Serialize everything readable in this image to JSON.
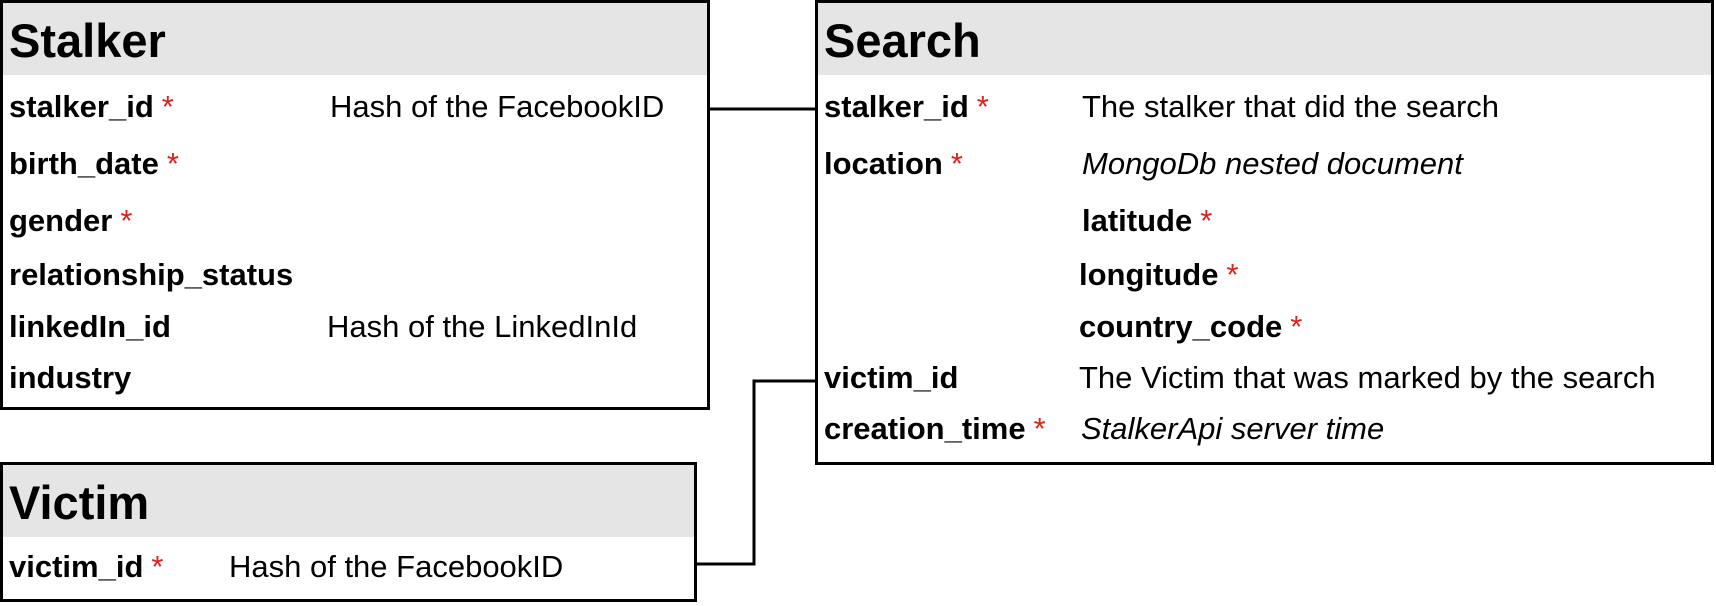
{
  "entities": {
    "stalker": {
      "title": "Stalker",
      "fields": [
        {
          "name": "stalker_id",
          "required": "*",
          "description": "Hash of the FacebookID"
        },
        {
          "name": "birth_date",
          "required": "*",
          "description": ""
        },
        {
          "name": "gender",
          "required": "*",
          "description": ""
        },
        {
          "name": "relationship_status",
          "required": "",
          "description": ""
        },
        {
          "name": "linkedIn_id",
          "required": "",
          "description": "Hash of the LinkedInId"
        },
        {
          "name": "industry",
          "required": "",
          "description": ""
        }
      ]
    },
    "victim": {
      "title": "Victim",
      "fields": [
        {
          "name": "victim_id",
          "required": "*",
          "description": "Hash of the FacebookID"
        }
      ]
    },
    "search": {
      "title": "Search",
      "fields": [
        {
          "name": "stalker_id",
          "required": "*",
          "description": "The stalker that did the search"
        },
        {
          "name": "location",
          "required": "*",
          "description": "MongoDb nested document"
        },
        {
          "name": "victim_id",
          "required": "",
          "description": "The Victim that was marked by the search"
        },
        {
          "name": "creation_time",
          "required": "*",
          "description": "StalkerApi server time"
        }
      ],
      "location_subfields": [
        {
          "name": "latitude",
          "required": "*"
        },
        {
          "name": "longitude",
          "required": "*"
        },
        {
          "name": "country_code",
          "required": "*"
        }
      ]
    }
  },
  "colors": {
    "header_bg": "#e5e5e5",
    "border": "#000000",
    "required_marker": "#e0201b"
  }
}
